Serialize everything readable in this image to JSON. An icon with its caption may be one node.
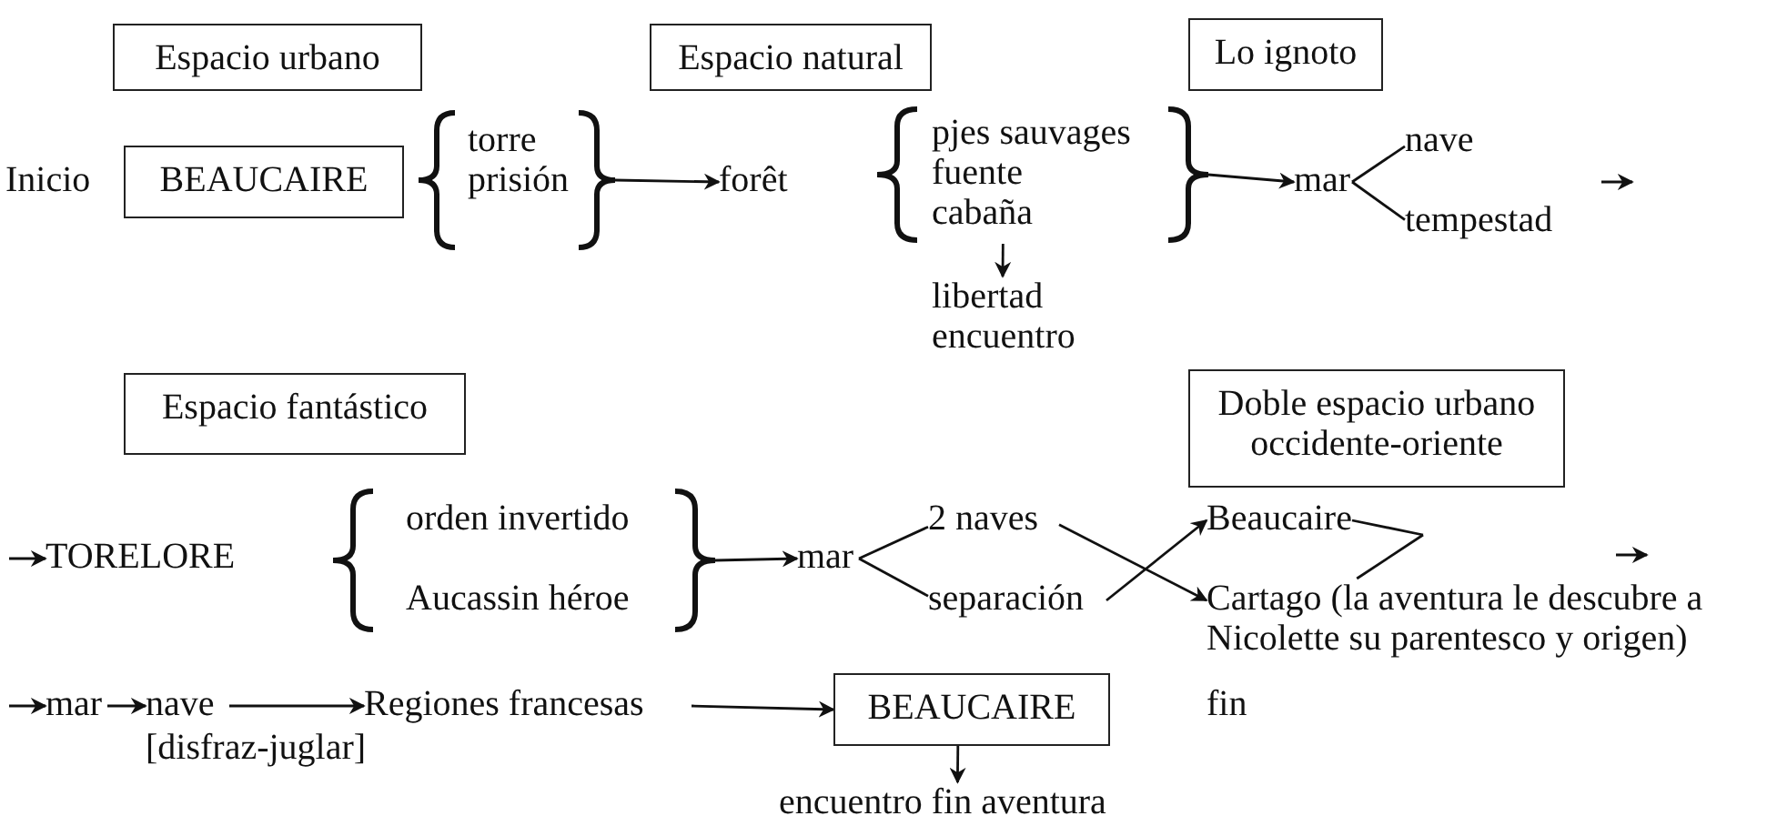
{
  "diagram": {
    "nodes": [
      {
        "text": [
          "Espacio urbano"
        ]
      },
      {
        "text": [
          "Espacio natural"
        ]
      },
      {
        "text": [
          "Lo ignoto"
        ]
      },
      {
        "text": [
          "Inicio"
        ]
      },
      {
        "text": [
          "BEAUCAIRE"
        ]
      },
      {
        "text": [
          "torre",
          "prisión"
        ]
      },
      {
        "text": [
          "forêt"
        ]
      },
      {
        "text": [
          "pjes sauvages",
          "fuente",
          "cabaña"
        ]
      },
      {
        "text": [
          "libertad encuentro"
        ]
      },
      {
        "text": [
          "mar"
        ]
      },
      {
        "text": [
          "nave"
        ]
      },
      {
        "text": [
          "tempestad"
        ]
      },
      {
        "text": [
          "Espacio fantástico"
        ]
      },
      {
        "text": [
          "Doble espacio urbano occidente-oriente"
        ]
      },
      {
        "text": [
          "TORELORE"
        ]
      },
      {
        "text": [
          "orden invertido",
          "Aucassin héroe"
        ]
      },
      {
        "text": [
          "mar"
        ]
      },
      {
        "text": [
          "2 naves"
        ]
      },
      {
        "text": [
          "separación"
        ]
      },
      {
        "text": [
          "Beaucaire"
        ]
      },
      {
        "text": [
          "Cartago (la aventura le descubre a Nicolette su parentesco y origen)"
        ]
      },
      {
        "text": [
          "mar"
        ]
      },
      {
        "text": [
          "nave"
        ],
        "beside": [
          "[disfraz-juglar]"
        ]
      },
      {
        "text": [
          "Regiones francesas"
        ]
      },
      {
        "text": [
          "BEAUCAIRE"
        ]
      },
      {
        "text": [
          "encuentro fin aventura"
        ]
      },
      {
        "text": [
          "fin"
        ]
      }
    ],
    "edges": [
      {
        "from": 5,
        "to": 6,
        "arrow": "to"
      },
      {
        "from": 7,
        "to": 9,
        "arrow": "to"
      },
      {
        "from": 7,
        "to": 8,
        "arrow": "to"
      },
      {
        "from": 9,
        "to": 10,
        "arrow": "none"
      },
      {
        "from": 9,
        "to": 11,
        "arrow": "none"
      },
      {
        "from": null,
        "to": 14,
        "arrow": "to"
      },
      {
        "from": 15,
        "to": 16,
        "arrow": "to"
      },
      {
        "from": 16,
        "to": 17,
        "arrow": "none"
      },
      {
        "from": 16,
        "to": 18,
        "arrow": "none"
      },
      {
        "from": 17,
        "to": 20,
        "arrow": "to"
      },
      {
        "from": 18,
        "to": 19,
        "arrow": "to"
      },
      {
        "from": 19,
        "to": null,
        "arrow": "none"
      },
      {
        "from": 20,
        "to": null,
        "arrow": "none"
      },
      {
        "from": null,
        "to": 21,
        "arrow": "to"
      },
      {
        "from": 21,
        "to": 22,
        "arrow": "to"
      },
      {
        "from": 22,
        "to": 23,
        "arrow": "to"
      },
      {
        "from": 23,
        "to": 24,
        "arrow": "to"
      },
      {
        "from": 24,
        "to": 25,
        "arrow": "to"
      }
    ]
  }
}
